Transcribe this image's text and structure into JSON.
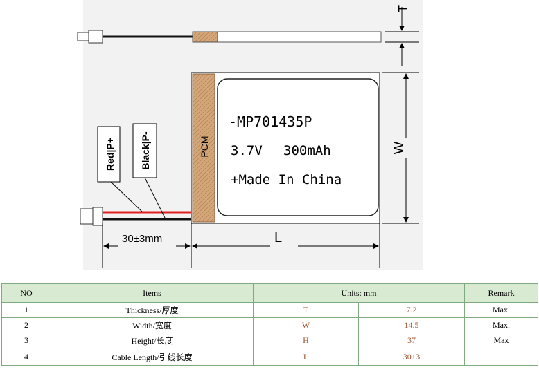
{
  "battery": {
    "model_text": "-MP701435P",
    "voltage_text": "3.7V",
    "capacity_text": "300mAh",
    "origin_text": "+Made In China",
    "pcm_label": "PCM"
  },
  "wires": {
    "red_label": "Red|P+",
    "black_label": "Black|P-",
    "cable_length_text": "30±3mm"
  },
  "dimensions": {
    "thickness_symbol": "T",
    "width_symbol": "W",
    "length_symbol": "L"
  },
  "spec_table": {
    "headers": {
      "no": "NO",
      "items": "Items",
      "units": "Units: mm",
      "remark": "Remark"
    },
    "rows": [
      {
        "no": "1",
        "item": "Thickness/厚度",
        "symbol": "T",
        "value": "7.2",
        "remark": "Max."
      },
      {
        "no": "2",
        "item": "Width/宽度",
        "symbol": "W",
        "value": "14.5",
        "remark": "Max."
      },
      {
        "no": "3",
        "item": "Height/长度",
        "symbol": "H",
        "value": "37",
        "remark": "Max"
      },
      {
        "no": "4",
        "item": "Cable Length/引线长度",
        "symbol": "L",
        "value": "30±3",
        "remark": ""
      }
    ]
  },
  "colors": {
    "pcm_fill": "#d4a77b",
    "wire_red": "#e02020",
    "wire_black": "#111111",
    "header_bg": "#d9ead3",
    "symbol_color": "#a0522d"
  }
}
